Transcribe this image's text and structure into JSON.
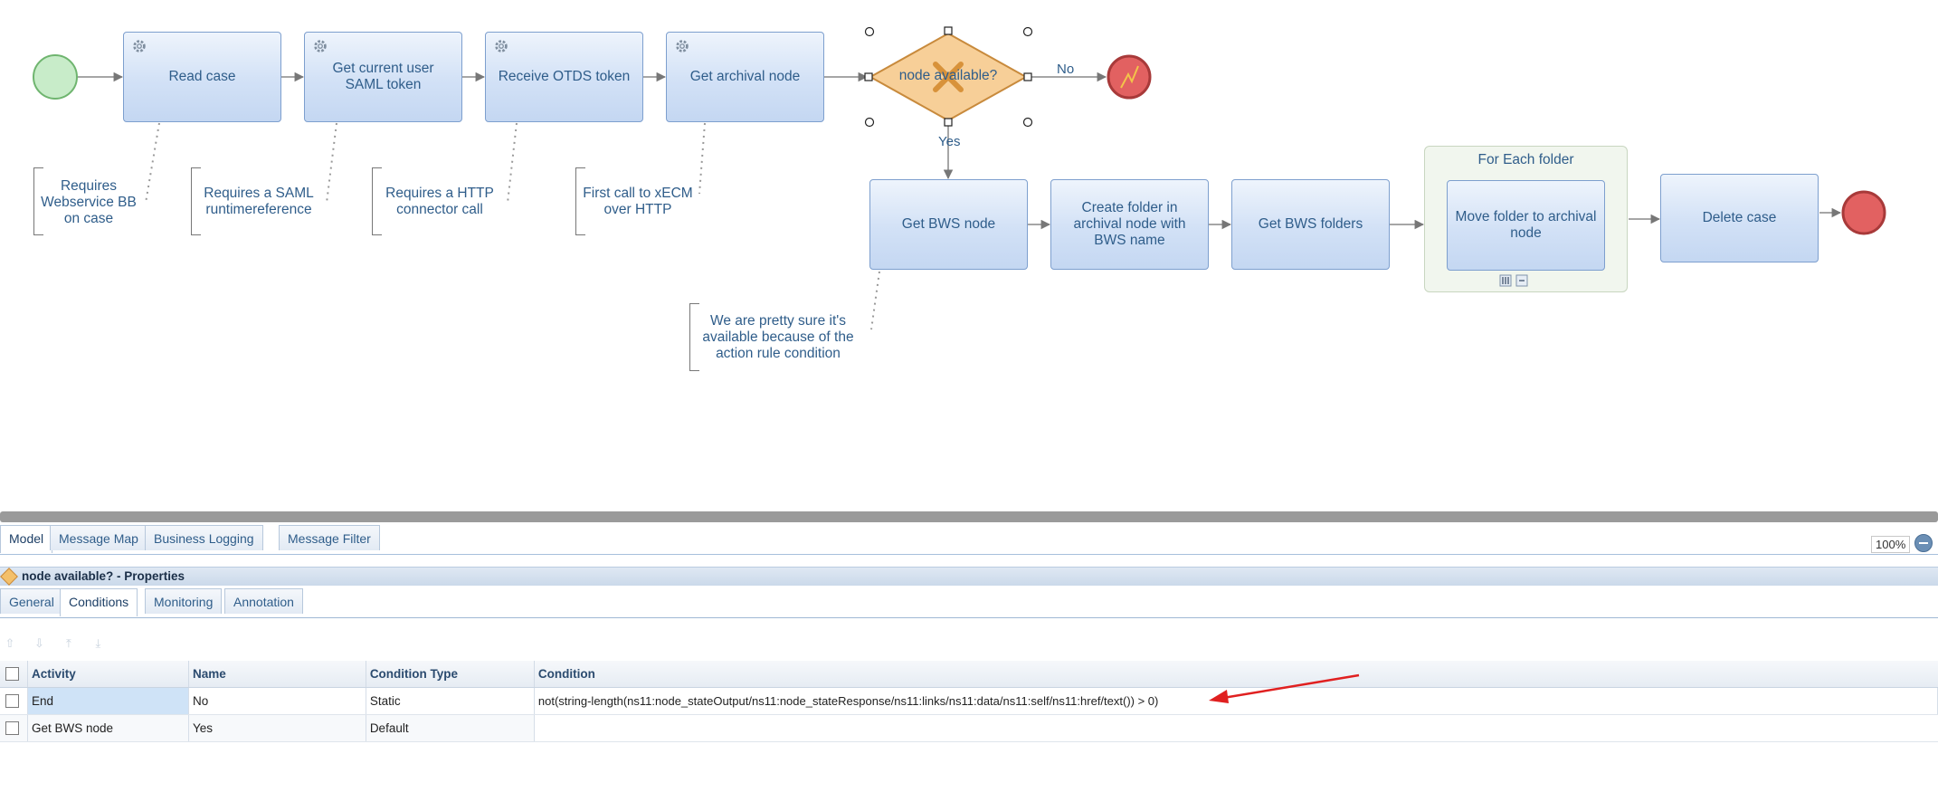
{
  "process": {
    "tasks": [
      {
        "id": "read-case",
        "label": "Read case"
      },
      {
        "id": "get-current-user-saml-token",
        "label": "Get current user SAML token"
      },
      {
        "id": "receive-otds-token",
        "label": "Receive OTDS token"
      },
      {
        "id": "get-archival-node",
        "label": "Get archival node"
      },
      {
        "id": "get-bws-node",
        "label": "Get BWS node"
      },
      {
        "id": "create-folder",
        "label": "Create folder in archival node with BWS name"
      },
      {
        "id": "get-bws-folders",
        "label": "Get BWS folders"
      },
      {
        "id": "move-folder",
        "label": "Move folder to archival node"
      },
      {
        "id": "delete-case",
        "label": "Delete case"
      }
    ],
    "gateway": {
      "label": "node available?"
    },
    "flow_labels": {
      "no": "No",
      "yes": "Yes"
    },
    "foreach": {
      "title": "For Each folder"
    },
    "annotations": [
      {
        "text": "Requires Webservice BB on case"
      },
      {
        "text": "Requires a SAML runtimereference"
      },
      {
        "text": "Requires a HTTP connector call"
      },
      {
        "text": "First call to xECM over HTTP"
      },
      {
        "text": "We are pretty sure it's available because of the action rule condition"
      }
    ]
  },
  "bottom_tabs": [
    "Model",
    "Message Map",
    "Business Logging",
    "Message Filter"
  ],
  "zoom": "100%",
  "properties": {
    "title": "node available? - Properties",
    "tabs": [
      "General",
      "Conditions",
      "Monitoring",
      "Annotation"
    ],
    "columns": [
      "Activity",
      "Name",
      "Condition Type",
      "Condition"
    ],
    "rows": [
      {
        "activity": "End",
        "name": "No",
        "type": "Static",
        "condition": "not(string-length(ns11:node_stateOutput/ns11:node_stateResponse/ns11:links/ns11:data/ns11:self/ns11:href/text()) > 0)"
      },
      {
        "activity": "Get BWS node",
        "name": "Yes",
        "type": "Default",
        "condition": ""
      }
    ]
  },
  "colors": {
    "accent": "#2f5d8a",
    "task_border": "#7d9fce",
    "gateway_fill": "#f6c98a",
    "end_fill": "#e05050",
    "start_fill": "#b6e3b8",
    "arrow": "#e02020"
  }
}
